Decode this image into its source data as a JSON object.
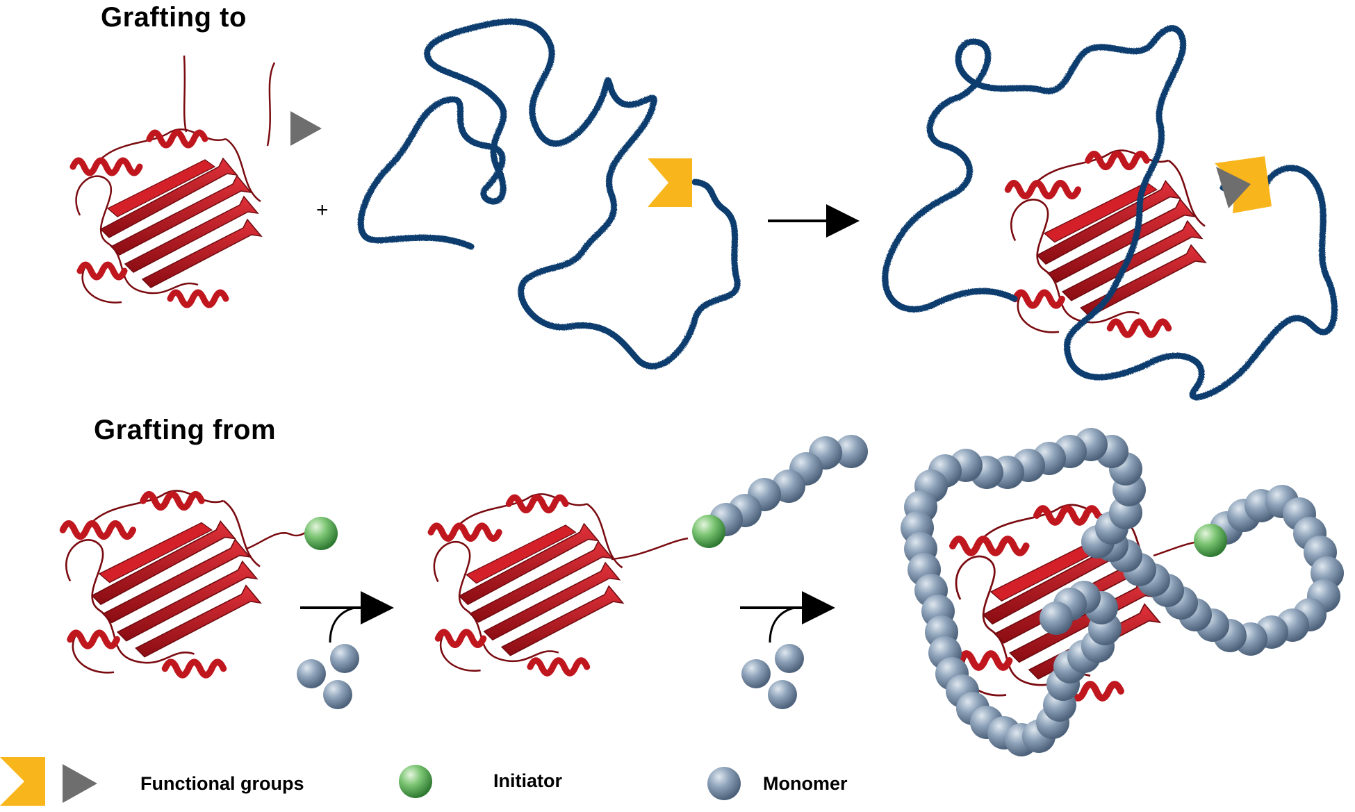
{
  "sections": {
    "grafting_to": {
      "title": "Grafting to"
    },
    "grafting_from": {
      "title": "Grafting from"
    }
  },
  "operators": {
    "plus": "+"
  },
  "legend": {
    "functional_groups": "Functional groups",
    "initiator": "Initiator",
    "monomer": "Monomer"
  },
  "colors": {
    "protein": "#b3121a",
    "protein_dark": "#6e0a0f",
    "polymer": "#0f3d6e",
    "functional_group_yellow": "#f9b51c",
    "functional_group_gray": "#6e6e6e",
    "initiator": "#5cb05a",
    "monomer": "#7d93ab"
  },
  "icons": [
    "protein-structure",
    "polymer-chain",
    "functional-group-yellow",
    "functional-group-gray",
    "initiator-sphere",
    "monomer-sphere",
    "reaction-arrow"
  ]
}
